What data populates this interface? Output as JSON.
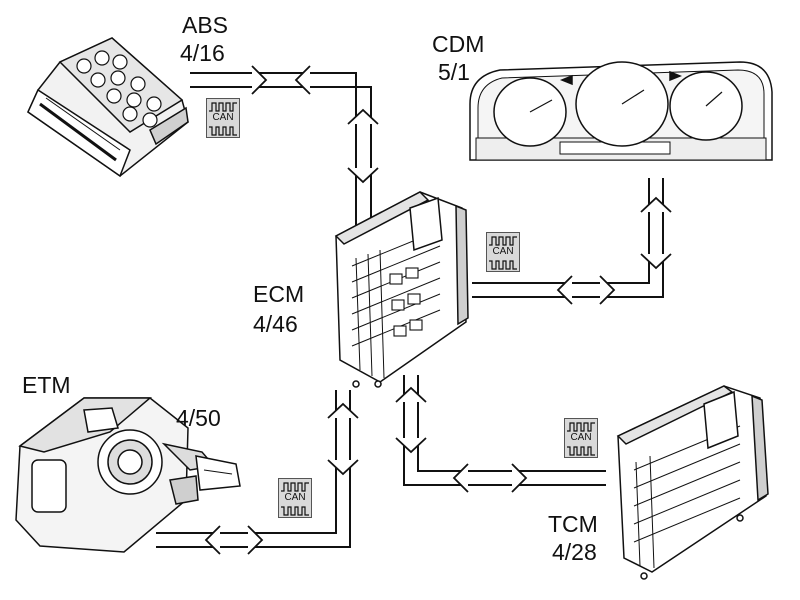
{
  "labels": {
    "abs_name": "ABS",
    "abs_num": "4/16",
    "cdm_name": "CDM",
    "cdm_num": "5/1",
    "ecm_name": "ECM",
    "ecm_num": "4/46",
    "etm_name": "ETM",
    "etm_num": "4/50",
    "tcm_name": "TCM",
    "tcm_num": "4/28"
  },
  "can_badge_text": "CAN",
  "icons": [
    "can-bus-badge-icon",
    "abs-module-icon",
    "cdm-instrument-cluster-icon",
    "ecm-module-icon",
    "etm-throttle-body-icon",
    "tcm-module-icon",
    "arrowhead-icon"
  ],
  "colors": {
    "line": "#111111",
    "fill": "#ffffff",
    "badge": "#d9d9d9",
    "shade": "#bdbdbd"
  }
}
